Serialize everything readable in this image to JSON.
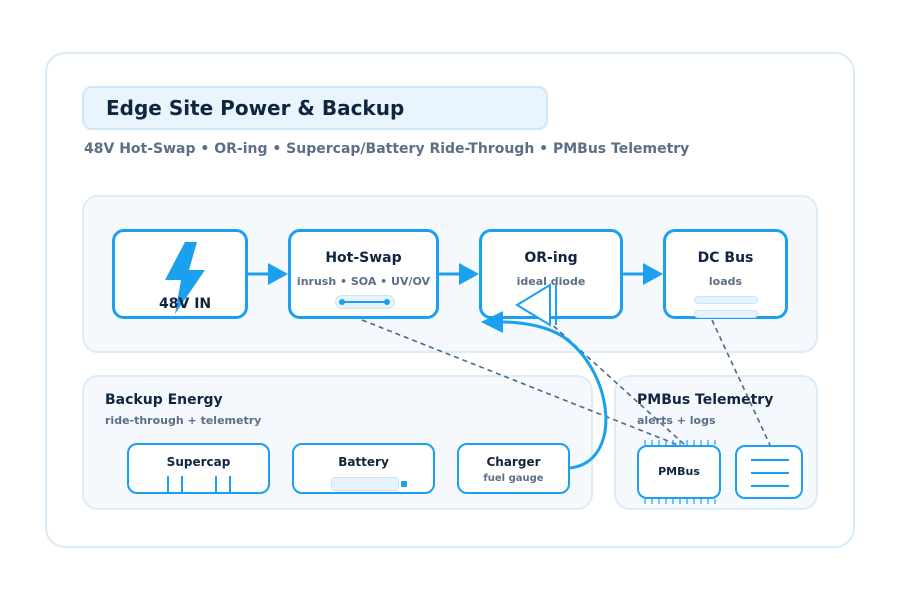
{
  "header": {
    "title": "Edge Site Power & Backup",
    "subtitle": "48V Hot-Swap • OR-ing • Supercap/Battery Ride-Through • PMBus Telemetry"
  },
  "power_path": {
    "input": {
      "label": "48V IN",
      "icon": "lightning-bolt-icon"
    },
    "hotswap": {
      "label": "Hot-Swap",
      "sub": "inrush • SOA • UV/OV"
    },
    "oring": {
      "label": "OR-ing",
      "sub": "ideal diode",
      "icon": "diode-icon"
    },
    "dcbus": {
      "label": "DC Bus",
      "sub": "loads"
    }
  },
  "backup": {
    "title": "Backup Energy",
    "sub": "ride-through + telemetry",
    "supercap": {
      "label": "Supercap"
    },
    "battery": {
      "label": "Battery"
    },
    "charger": {
      "label": "Charger",
      "sub": "fuel gauge"
    }
  },
  "telemetry": {
    "title": "PMBus Telemetry",
    "sub": "alerts + logs",
    "chip": {
      "label": "PMBus",
      "icon": "chip-icon"
    },
    "log": {
      "icon": "log-list-icon"
    }
  },
  "colors": {
    "accent": "#1aa0ee",
    "dashed": "#4a6a85",
    "panel_bg": "#f5f9fe",
    "panel_border": "#ddecf9"
  }
}
